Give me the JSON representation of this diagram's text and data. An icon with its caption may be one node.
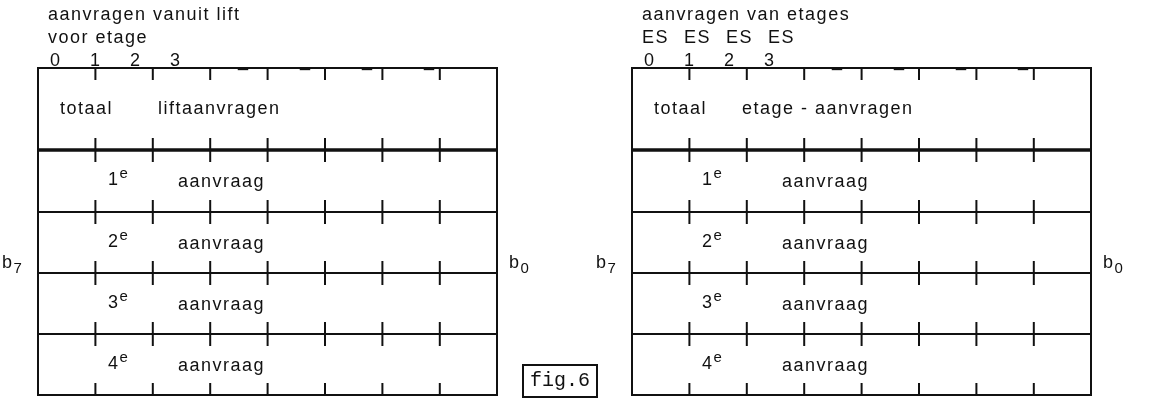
{
  "diagram": {
    "nodes": [
      {
        "text": [
          "fig.6"
        ]
      }
    ],
    "edges": [],
    "labels": [
      "aanvragen vanuit lift",
      "voor etage",
      "0",
      "1",
      "2",
      "3",
      "_",
      "_",
      "_",
      "_",
      "totaal",
      "liftaanvragen",
      "1$^{e}$",
      "aanvraag",
      "2$^{e}$",
      "aanvraag",
      "3$^{e}$",
      "aanvraag",
      "4$^{e}$",
      "aanvraag",
      "b$_{7}$",
      "b$_{0}$",
      "aanvragen van etages",
      "ES",
      "ES",
      "ES",
      "ES",
      "0",
      "1",
      "2",
      "3",
      "_",
      "_",
      "_",
      "_",
      "totaal",
      "etage - aanvragen",
      "1$^{e}$",
      "aanvraag",
      "2$^{e}$",
      "aanvraag",
      "3$^{e}$",
      "aanvraag",
      "4$^{e}$",
      "aanvraag",
      "b$_{7}$",
      "b$_{0}$"
    ]
  }
}
